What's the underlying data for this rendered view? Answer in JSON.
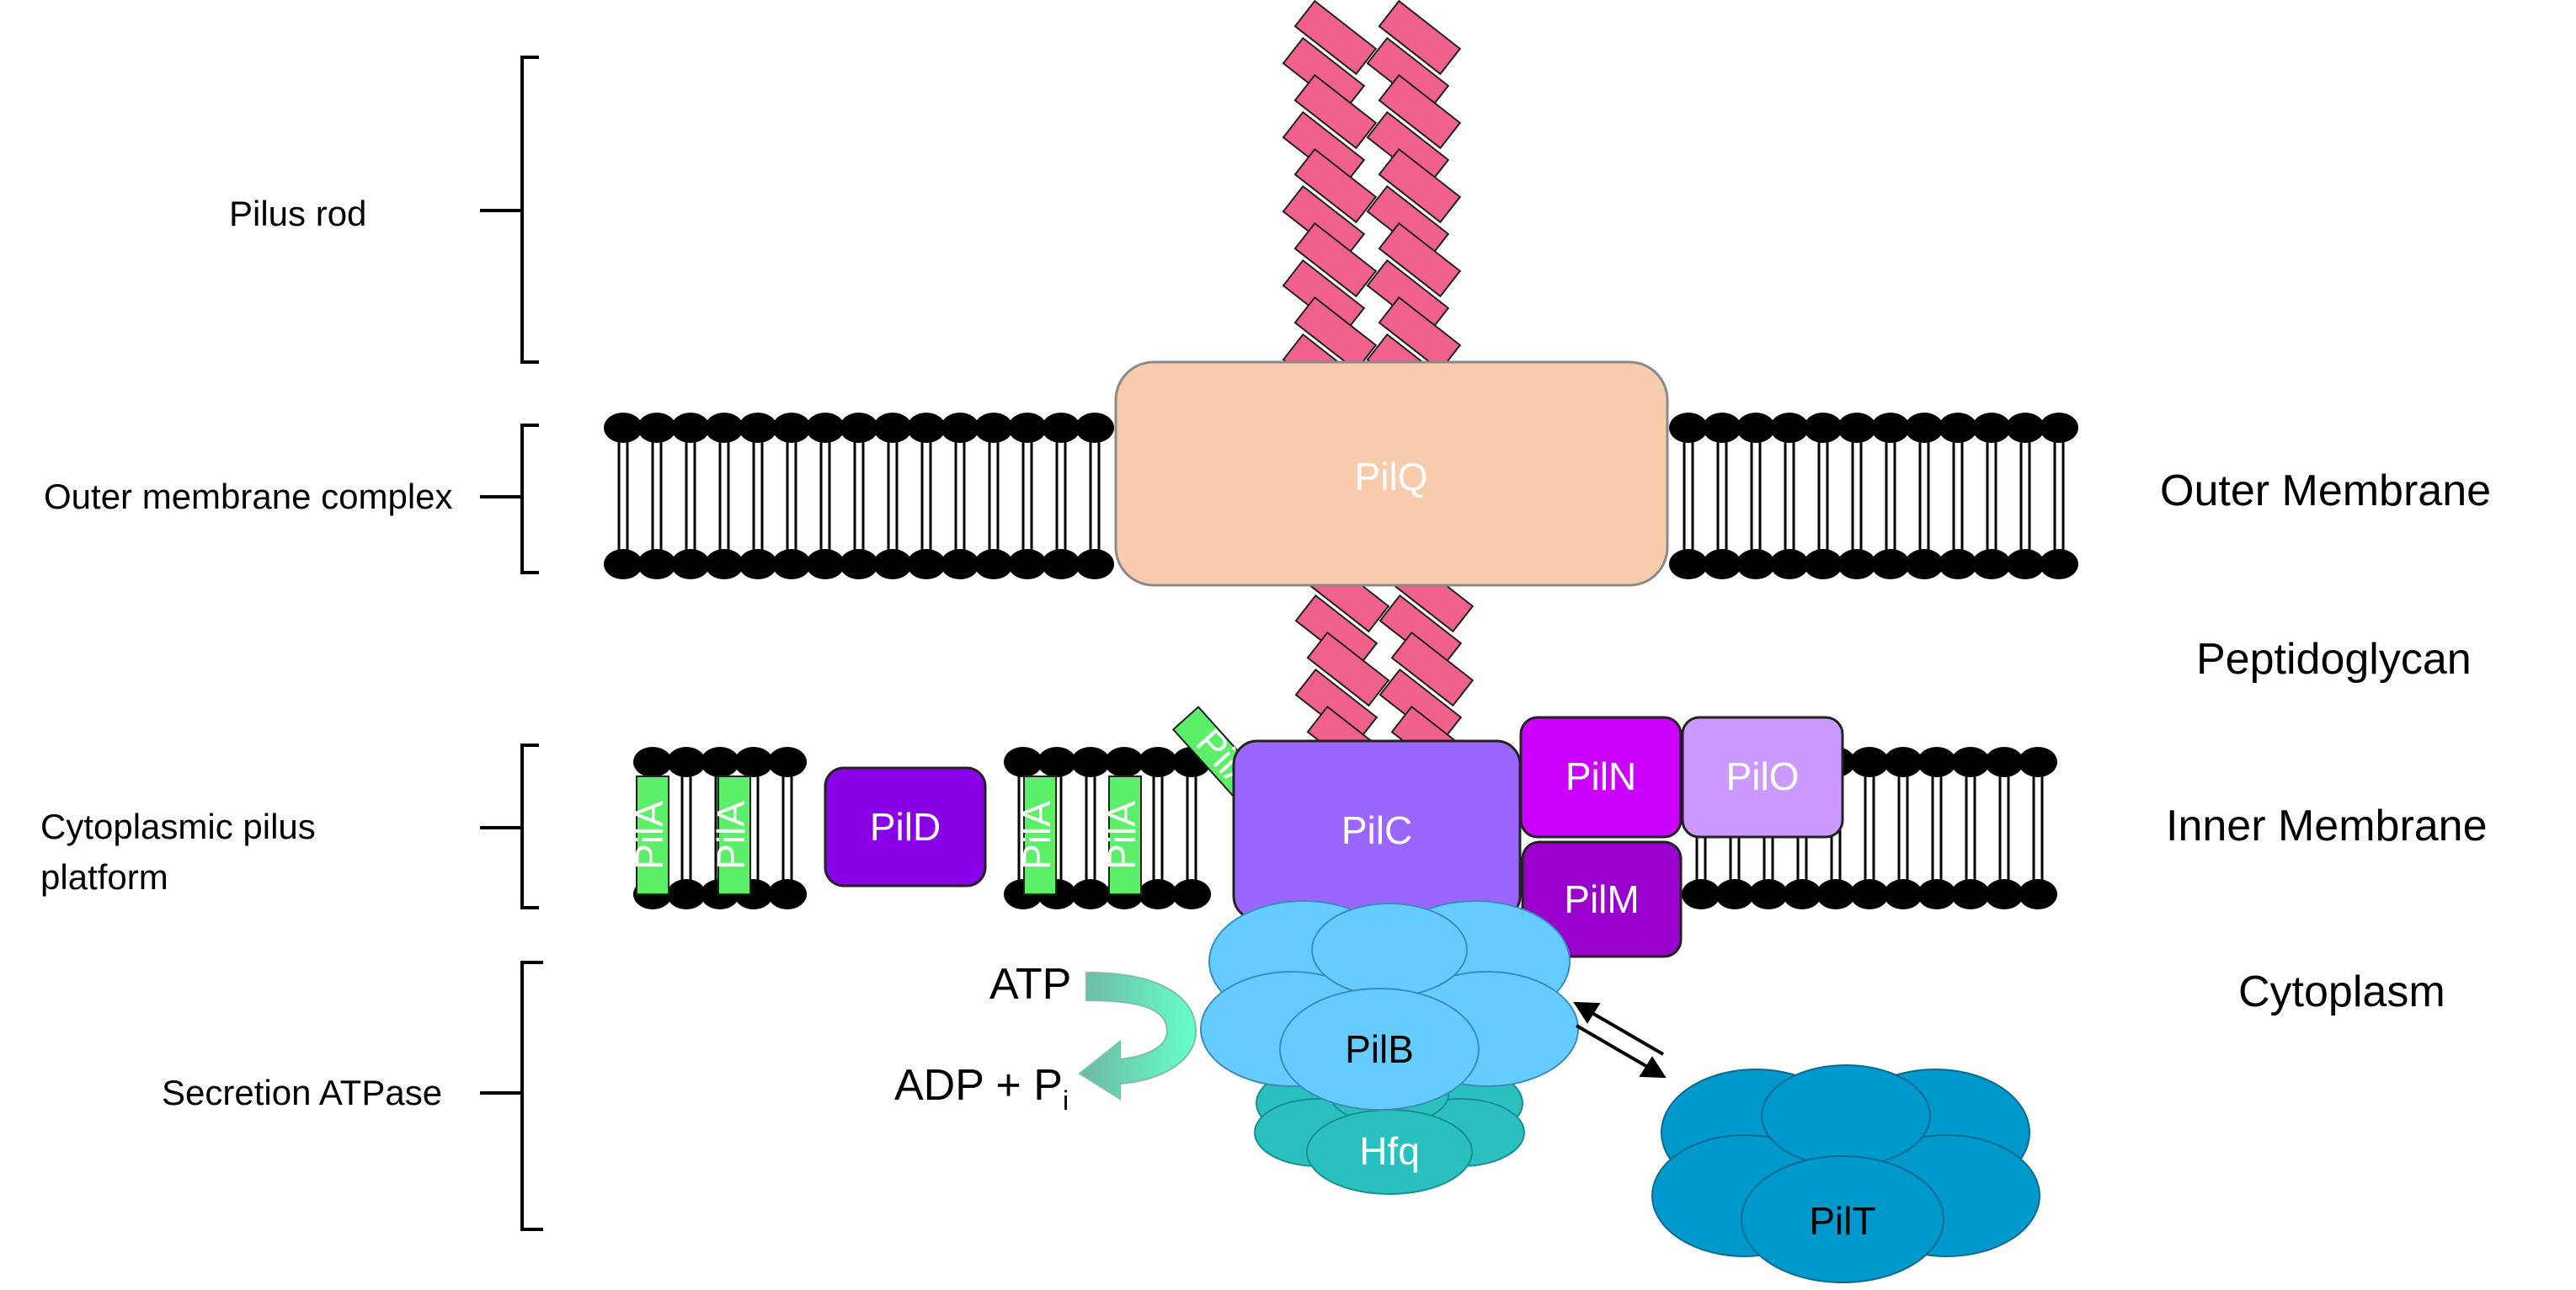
{
  "left_labels": {
    "pilus_rod": "Pilus rod",
    "outer_complex": "Outer membrane complex",
    "cyto_platform_1": "Cytoplasmic pilus",
    "cyto_platform_2": "platform",
    "secretion_atpase": "Secretion ATPase"
  },
  "right_labels": {
    "outer_membrane": "Outer Membrane",
    "peptidoglycan": "Peptidoglycan",
    "inner_membrane": "Inner Membrane",
    "cytoplasm": "Cytoplasm"
  },
  "proteins": {
    "pilq": "PilQ",
    "pilc": "PilC",
    "piln": "PilN",
    "pilo": "PilO",
    "pilm": "PilM",
    "pild": "PilD",
    "pilb": "PilB",
    "hfq": "Hfq",
    "pilt": "PilT",
    "pila": "PilA"
  },
  "reaction": {
    "atp": "ATP",
    "adp": "ADP + P",
    "pi_sub": "i"
  },
  "colors": {
    "pilus": "#f0628c",
    "pilq": "#f8cbad",
    "pilc": "#9a66ff",
    "piln": "#cc00ff",
    "pilo": "#cc99ff",
    "pilm": "#9900cc",
    "pild": "#8a00e6",
    "pila": "#5cf06a",
    "pilb": "#66ccff",
    "hfq": "#33cccc",
    "pilt": "#0099cc",
    "arrow": "#66e0b8"
  }
}
